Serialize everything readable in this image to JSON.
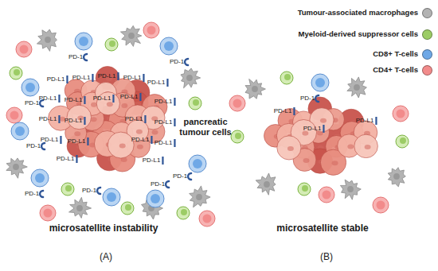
{
  "diagram": {
    "labels": [
      "pancreatic tumour cells",
      "PD-L1",
      "PD-L1",
      "PD-L1",
      "PD-L1",
      "PD-L1",
      "PD-L1",
      "PD-L1",
      "PD-L1",
      "PD-L1",
      "PD-L1",
      "PD-L1",
      "PD-L1",
      "PD-L1",
      "PD-L1",
      "PD-L1",
      "PD-L1",
      "PD-L1",
      "PD-L1",
      "PD-L1",
      "PD-L1",
      "PD-L1",
      "PD-L1",
      "PD-L1",
      "PD-1",
      "PD-1",
      "PD-1",
      "PD-1",
      "PD-1",
      "PD-1",
      "PD-1",
      "PD-1",
      "PD-1",
      "microsatellite instability",
      "microsatellite stable",
      "(A)",
      "(B)"
    ],
    "legend": [
      {
        "text": "Tumour-associated macrophages",
        "color": "#b3b3b3"
      },
      {
        "text": "Myeloid-derived suppressor cells",
        "color": "#9ccc65"
      },
      {
        "text": "CD8+ T-cells",
        "color": "#6fa8e6"
      },
      {
        "text": "CD4+ T-cells",
        "color": "#f28b8b"
      }
    ]
  }
}
